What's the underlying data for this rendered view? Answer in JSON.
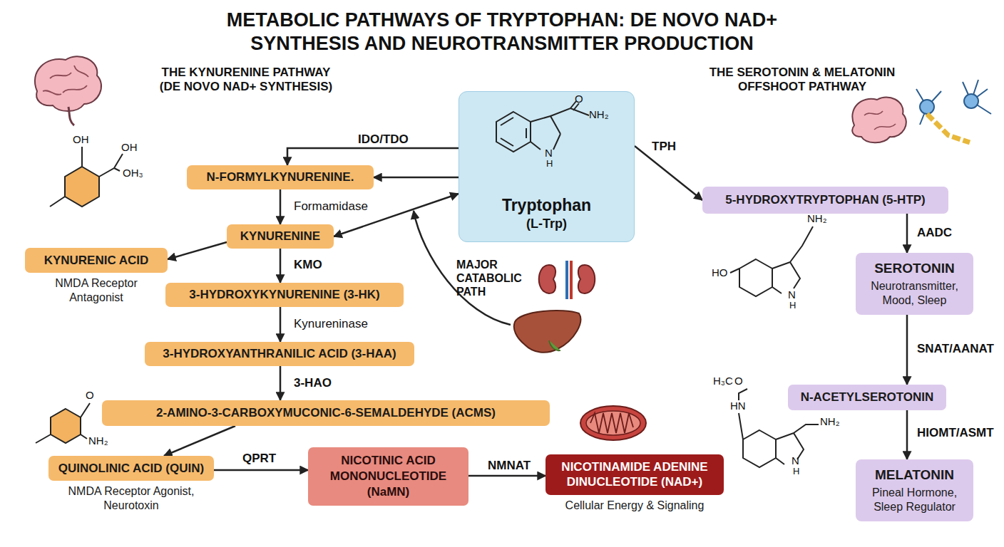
{
  "diagram": {
    "title": "METABOLIC PATHWAYS OF TRYPTOPHAN: DE NOVO NAD+ SYNTHESIS AND NEUROTRANSMITTER PRODUCTION",
    "nodes": [
      {
        "text": [
          "Tryptophan",
          "(L-Trp)"
        ]
      },
      {
        "text": [
          "N-FORMYLKYNURENINE."
        ]
      },
      {
        "text": [
          "KYNURENINE"
        ]
      },
      {
        "text": [
          "KYNURENIC ACID",
          "NMDA Receptor Antagonist"
        ]
      },
      {
        "text": [
          "3-HYDROXYKYNURENINE (3-HK)"
        ]
      },
      {
        "text": [
          "3-HYDROXYANTHRANILIC ACID (3-HAA)"
        ]
      },
      {
        "text": [
          "2-AMINO-3-CARBOXYMUCONIC-6-SEMALDEHYDE (ACMS)"
        ]
      },
      {
        "text": [
          "QUINOLINIC ACID (QUIN)",
          "NMDA Receptor Agonist, Neurotoxin"
        ]
      },
      {
        "text": [
          "NICOTINIC ACID MONONUCLEOTIDE (NaMN)"
        ]
      },
      {
        "text": [
          "NICOTINAMIDE ADENINE DINUCLEOTIDE (NAD+)",
          "Cellular Energy & Signaling"
        ]
      },
      {
        "text": [
          "5-HYDROXYTRYPTOPHAN (5-HTP)"
        ]
      },
      {
        "text": [
          "SEROTONIN",
          "Neurotransmitter, Mood, Sleep"
        ]
      },
      {
        "text": [
          "N-ACETYLSEROTONIN"
        ]
      },
      {
        "text": [
          "MELATONIN",
          "Pineal Hormone, Sleep Regulator"
        ]
      }
    ],
    "edges": [
      {
        "from": 0,
        "to": 1,
        "label": "IDO/TDO",
        "arrow": "to"
      },
      {
        "from": 0,
        "to": 1,
        "arrow": "to"
      },
      {
        "from": 1,
        "to": 2,
        "label": "Formamidase",
        "arrow": "to"
      },
      {
        "from": 2,
        "to": 3,
        "arrow": "to"
      },
      {
        "from": 2,
        "to": 0,
        "arrow": "both"
      },
      {
        "from": 2,
        "to": 4,
        "label": "KMO",
        "arrow": "to"
      },
      {
        "from": 4,
        "to": 5,
        "label": "Kynureninase",
        "arrow": "to"
      },
      {
        "from": 5,
        "to": 6,
        "label": "3-HAO",
        "arrow": "to"
      },
      {
        "from": 6,
        "to": 7,
        "arrow": "to"
      },
      {
        "from": 7,
        "to": 8,
        "label": "QPRT",
        "arrow": "to"
      },
      {
        "from": 8,
        "to": 9,
        "label": "NMNAT",
        "arrow": "to"
      },
      {
        "from": 0,
        "to": 10,
        "label": "TPH",
        "arrow": "to"
      },
      {
        "from": 10,
        "to": 11,
        "label": "AADC",
        "arrow": "to"
      },
      {
        "from": 11,
        "to": 12,
        "label": "SNAT/AANAT",
        "arrow": "to"
      },
      {
        "from": 12,
        "to": 13,
        "label": "HIOMT/ASMT",
        "arrow": "to"
      }
    ],
    "labels": [
      "THE KYNURENINE PATHWAY (DE NOVO NAD+ SYNTHESIS)",
      "THE SEROTONIN & MELATONIN OFFSHOOT PATHWAY",
      "MAJOR CATABOLIC PATH",
      "O",
      "NH₂",
      "N",
      "H",
      "OH",
      "OH",
      "OH₃",
      "O",
      "NH₂",
      "NH₂",
      "HO",
      "N",
      "H",
      "H₃C",
      "O",
      "HN",
      "NH₂",
      "N",
      "H"
    ]
  }
}
